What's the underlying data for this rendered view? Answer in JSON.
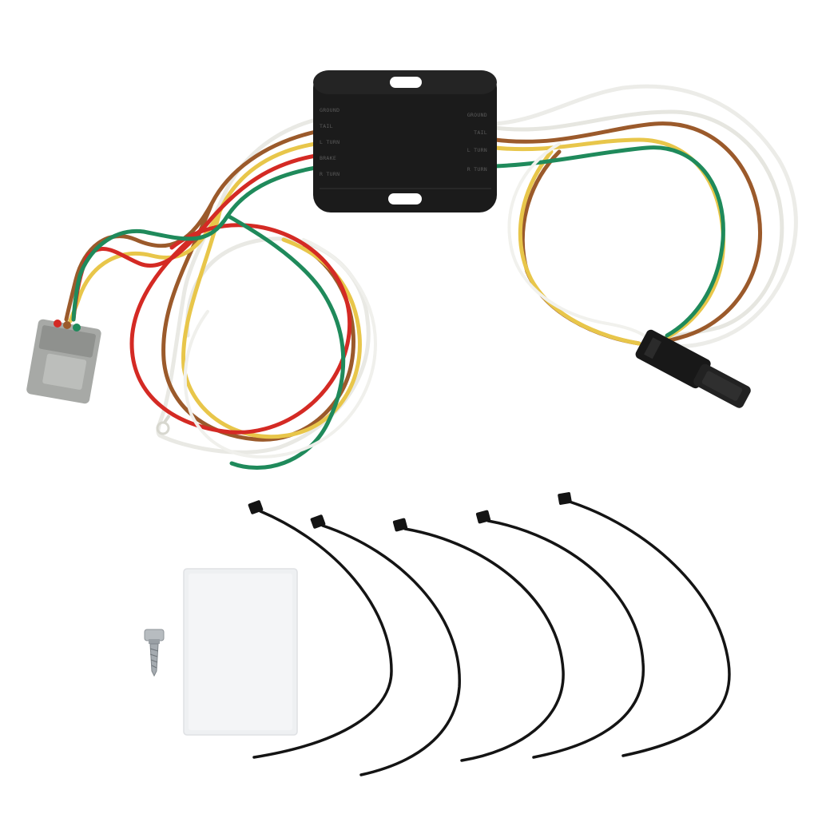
{
  "product": {
    "module_labels": {
      "left": [
        "GROUND",
        "TAIL",
        "L TURN",
        "BRAKE",
        "R TURN"
      ],
      "right": [
        "GROUND",
        "TAIL",
        "L TURN",
        "R TURN"
      ]
    },
    "wire_colors": {
      "white": "#f2f2ee",
      "brown": "#9b5a2b",
      "yellow": "#e8c64a",
      "red": "#d42a24",
      "green": "#1f8a5b"
    },
    "module_color": "#1b1b1b",
    "input_plug_color": "#a7a9a6",
    "output_plug_color": "#181818",
    "accessories": {
      "cable_tie_count": 5,
      "adhesive_pad_color": "#eef0f2",
      "screw_icon": "self-tapping-screw",
      "ring_terminal_icon": "ring-terminal"
    }
  }
}
